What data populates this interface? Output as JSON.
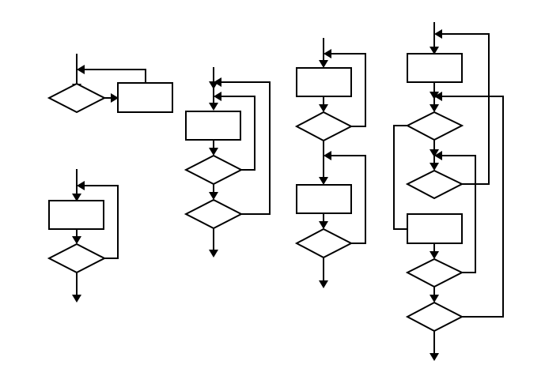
{
  "diagram": {
    "kind": "flowchart-loop-structures",
    "stroke_color": "#000000",
    "background_color": "#ffffff",
    "figures": [
      {
        "name": "figure-1",
        "description_shapes": [
          "decision",
          "process"
        ]
      },
      {
        "name": "figure-2",
        "description_shapes": [
          "process",
          "decision"
        ]
      },
      {
        "name": "figure-3",
        "description_shapes": [
          "process",
          "decision",
          "decision"
        ]
      },
      {
        "name": "figure-4",
        "description_shapes": [
          "process",
          "decision",
          "process",
          "decision"
        ]
      },
      {
        "name": "figure-5",
        "description_shapes": [
          "process",
          "decision",
          "decision",
          "process",
          "decision",
          "decision"
        ]
      }
    ]
  }
}
